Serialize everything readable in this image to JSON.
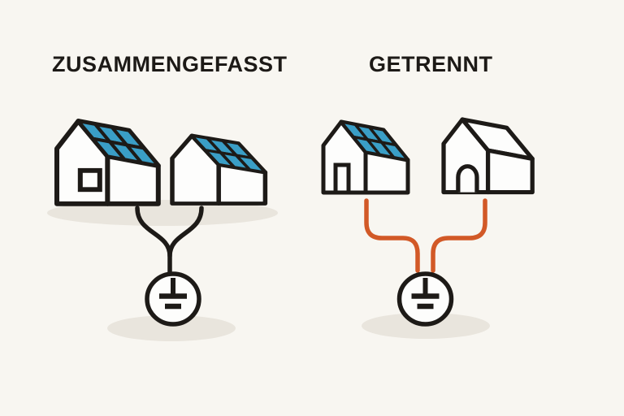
{
  "colors": {
    "background": "#f8f6f1",
    "ink": "#1d1a17",
    "solar_blue": "#3a9ec6",
    "wire_orange": "#d25927",
    "shadow": "#e9e5dd",
    "house_fill": "#fdfdfc"
  },
  "left_panel": {
    "title": "ZUSAMMENGEFASST",
    "icons": [
      "house-with-solar-panels",
      "house-with-solar-panels",
      "earth-ground-symbol"
    ],
    "wire_style": "black-merged-into-one"
  },
  "right_panel": {
    "title": "GETRENNT",
    "icons": [
      "house-with-solar-panels",
      "house-without-solar-panels",
      "earth-ground-symbol"
    ],
    "wire_style": "orange-two-separate"
  }
}
